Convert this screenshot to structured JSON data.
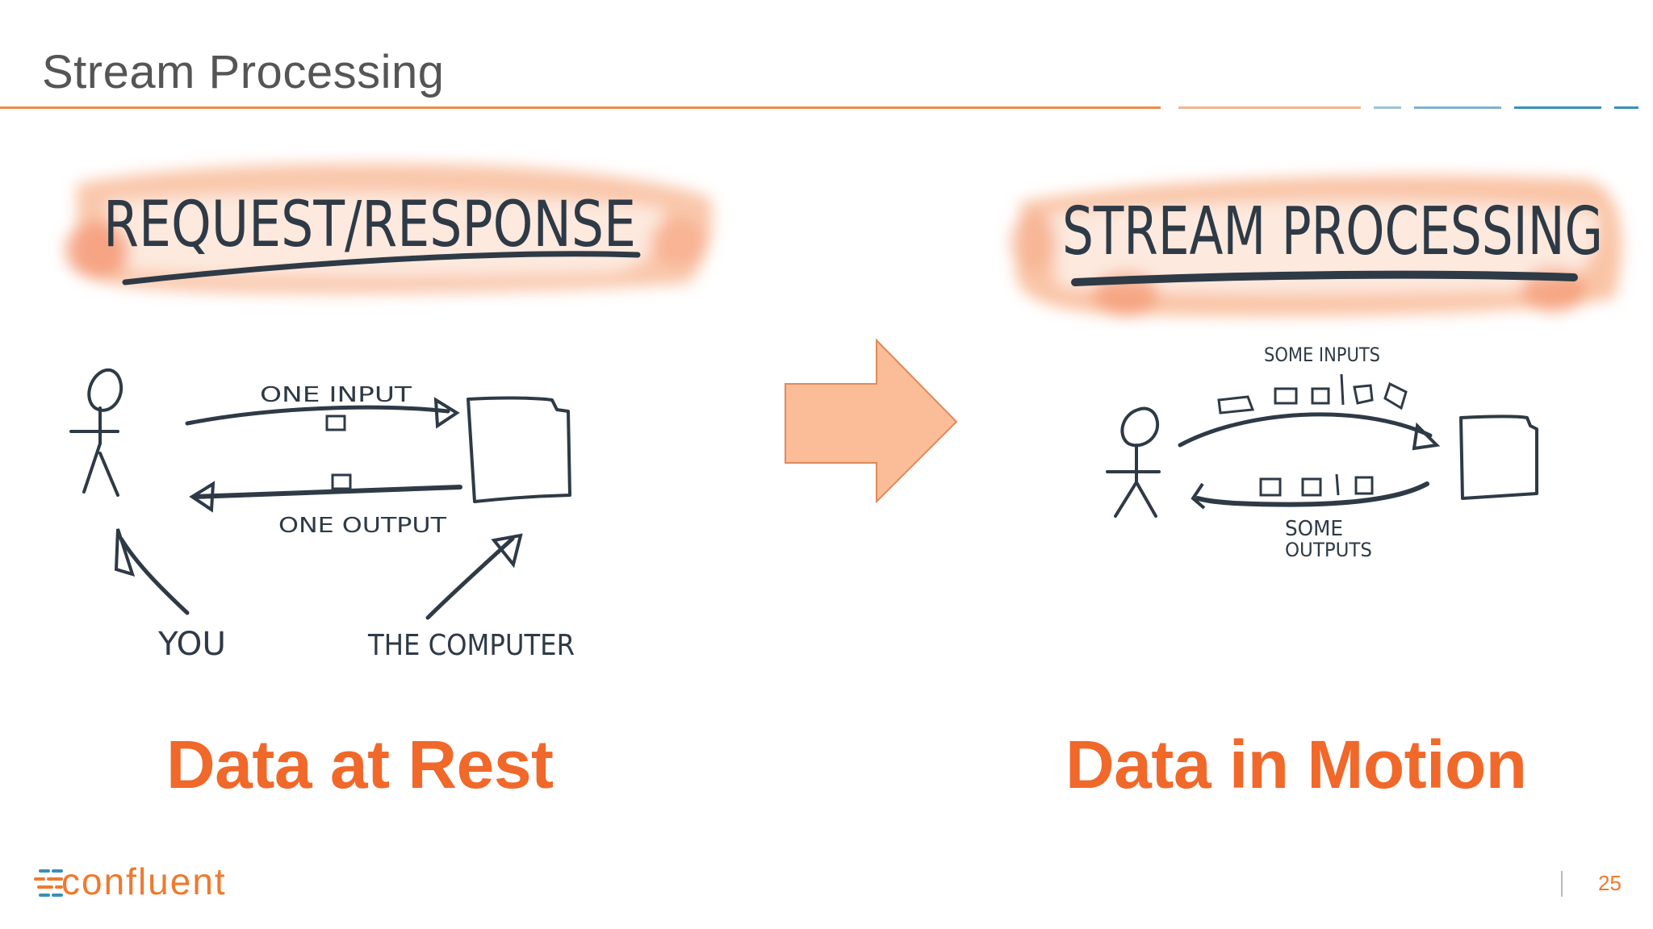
{
  "slide": {
    "title": "Stream Processing",
    "page_number": "25"
  },
  "left": {
    "banner": "REQUEST/RESPONSE",
    "input_label": "ONE INPUT",
    "output_label": "ONE OUTPUT",
    "you_label": "YOU",
    "computer_label": "THE COMPUTER",
    "caption": "Data at Rest"
  },
  "right": {
    "banner": "STREAM PROCESSING",
    "inputs_label": "SOME INPUTS",
    "outputs_label_line1": "SOME",
    "outputs_label_line2": "OUTPUTS",
    "caption": "Data in Motion"
  },
  "logo": {
    "text": "confluent"
  },
  "colors": {
    "accent_orange": "#f0682a",
    "arrow_fill": "#fbbd98",
    "ink": "#2e3a46",
    "rule_blue": "#3a8fb7"
  }
}
